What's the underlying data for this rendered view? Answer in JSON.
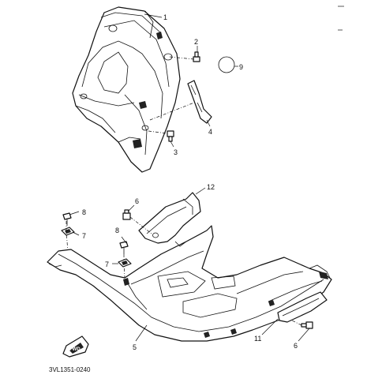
{
  "diagram": {
    "figure_code": "3VL1351-0240",
    "fwd_mark": "FWD",
    "callouts": [
      {
        "id": "c1",
        "label": "1"
      },
      {
        "id": "c2",
        "label": "2"
      },
      {
        "id": "c9",
        "label": "9"
      },
      {
        "id": "c4",
        "label": "4"
      },
      {
        "id": "c3",
        "label": "3"
      },
      {
        "id": "c12",
        "label": "12"
      },
      {
        "id": "c6a",
        "label": "6"
      },
      {
        "id": "c8a",
        "label": "8"
      },
      {
        "id": "c7a",
        "label": "7"
      },
      {
        "id": "c8b",
        "label": "8"
      },
      {
        "id": "c7b",
        "label": "7"
      },
      {
        "id": "c5",
        "label": "5"
      },
      {
        "id": "c11",
        "label": "11"
      },
      {
        "id": "c6b",
        "label": "6"
      }
    ]
  }
}
